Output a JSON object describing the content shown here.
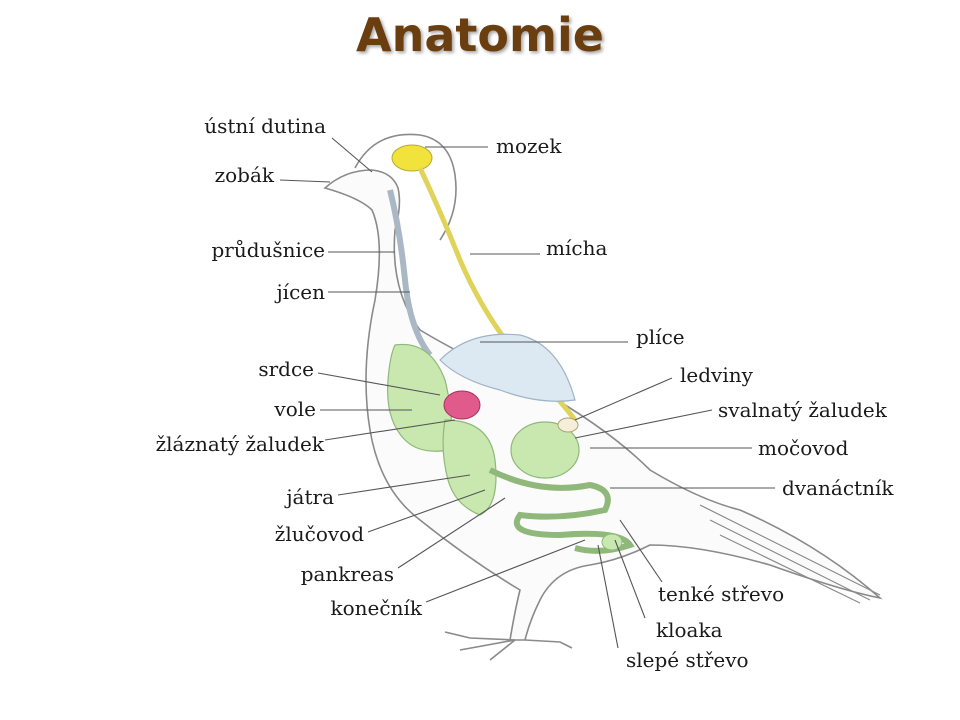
{
  "title": "Anatomie",
  "colors": {
    "title": "#6b3e10",
    "outline": "#8a8a8a",
    "brain": "#f2e23c",
    "spinal_cord": "#e0d35a",
    "digestive": "#c9e8b0",
    "heart": "#e05a8c",
    "lungs": "#dde9f2",
    "leader_line": "#555555"
  },
  "labels": {
    "oral_cavity": "ústní dutina",
    "beak": "zobák",
    "trachea": "průdušnice",
    "esophagus": "jícen",
    "heart": "srdce",
    "crop": "vole",
    "proventriculus": "žláznatý žaludek",
    "liver": "játra",
    "bile_duct": "žlučovod",
    "pancreas": "pankreas",
    "rectum": "konečník",
    "brain": "mozek",
    "spinal_cord": "mícha",
    "lungs": "plíce",
    "kidneys": "ledviny",
    "gizzard": "svalnatý žaludek",
    "ureter": "močovod",
    "duodenum": "dvanáctník",
    "small_intestine": "tenké střevo",
    "cloaca": "kloaka",
    "caecum": "slepé střevo"
  }
}
